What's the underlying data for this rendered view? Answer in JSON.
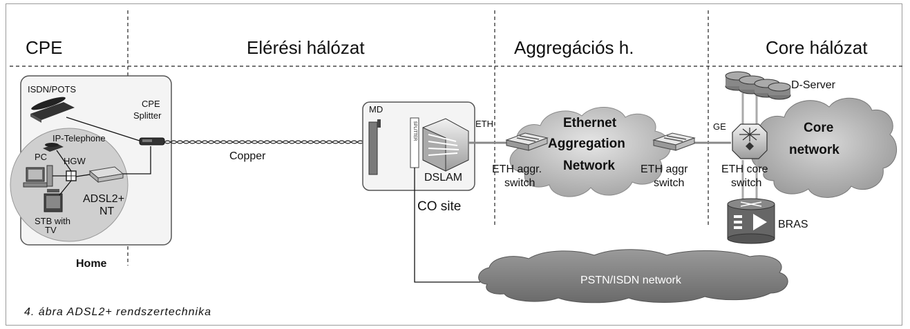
{
  "zones": {
    "cpe": "CPE",
    "access": "Elérési hálózat",
    "aggregation": "Aggregációs h.",
    "core": "Core hálózat"
  },
  "home": {
    "label": "Home",
    "isdn": "ISDN/POTS",
    "ip_telephone": "IP-Telephone",
    "pc": "PC",
    "hgw": "HGW",
    "stb_line1": "STB with",
    "stb_line2": "TV",
    "nt_line1": "ADSL2+",
    "nt_line2": "NT"
  },
  "splitter": {
    "line1": "CPE",
    "line2": "Splitter"
  },
  "copper": "Copper",
  "co": {
    "label": "CO site",
    "md": "MD",
    "dslam": "DSLAM",
    "eth": "ETH",
    "splitter_vertical": "SPLITTER"
  },
  "aggregation": {
    "switch1_line1": "ETH aggr.",
    "switch1_line2": "switch",
    "cloud_line1": "Ethernet",
    "cloud_line2": "Aggregation",
    "cloud_line3": "Network",
    "switch2_line1": "ETH aggr",
    "switch2_line2": "switch"
  },
  "core": {
    "ge": "GE",
    "dserver": "D-Server",
    "switch_line1": "ETH core",
    "switch_line2": "switch",
    "cloud_line1": "Core",
    "cloud_line2": "network",
    "bras": "BRAS"
  },
  "pstn": "PSTN/ISDN network",
  "caption": "4. ábra   ADSL2+ rendszertechnika",
  "colors": {
    "cloud_light": "#c8c8c8",
    "cloud_dark": "#8c8c8c",
    "line": "#111111"
  }
}
